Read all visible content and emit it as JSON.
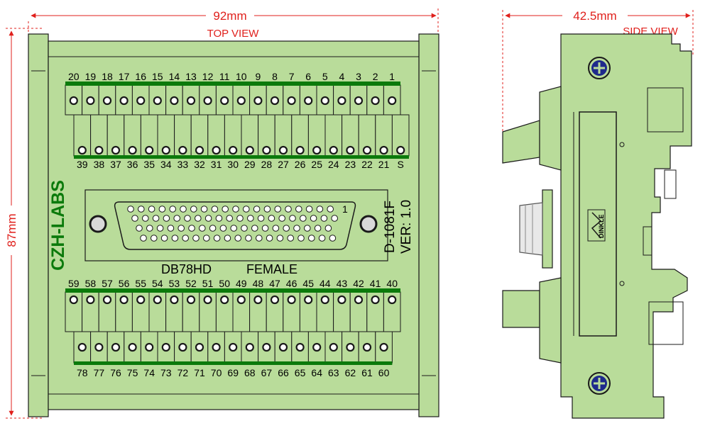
{
  "dimensions": {
    "width_top": "92mm",
    "height_top": "87mm",
    "width_side": "42.5mm"
  },
  "views": {
    "top": "TOP VIEW",
    "side": "SIDE VIEW"
  },
  "board": {
    "brand": "CZH-LABS",
    "model": "D-1081F",
    "version": "VER: 1.0",
    "connector": "DB78HD",
    "gender": "FEMALE",
    "pin1_label": "1",
    "side_logo": "DINKLE"
  },
  "terminals": {
    "row_top_upper": [
      "20",
      "19",
      "18",
      "17",
      "16",
      "15",
      "14",
      "13",
      "12",
      "11",
      "10",
      "9",
      "8",
      "7",
      "6",
      "5",
      "4",
      "3",
      "2",
      "1"
    ],
    "row_top_lower": [
      "39",
      "38",
      "37",
      "36",
      "35",
      "34",
      "33",
      "32",
      "31",
      "30",
      "29",
      "28",
      "27",
      "26",
      "25",
      "24",
      "23",
      "22",
      "21",
      "S"
    ],
    "row_bottom_upper": [
      "59",
      "58",
      "57",
      "56",
      "55",
      "54",
      "53",
      "52",
      "51",
      "50",
      "49",
      "48",
      "47",
      "46",
      "45",
      "44",
      "43",
      "42",
      "41",
      "40"
    ],
    "row_bottom_lower": [
      "78",
      "77",
      "76",
      "75",
      "74",
      "73",
      "72",
      "71",
      "70",
      "69",
      "68",
      "67",
      "66",
      "65",
      "64",
      "63",
      "62",
      "61",
      "60"
    ]
  },
  "colors": {
    "board": "#b9dc9a",
    "outline": "#1a1a1a",
    "dimension": "#e0201c",
    "brand": "#0b7a0b",
    "screw": "#1f2a8c"
  }
}
